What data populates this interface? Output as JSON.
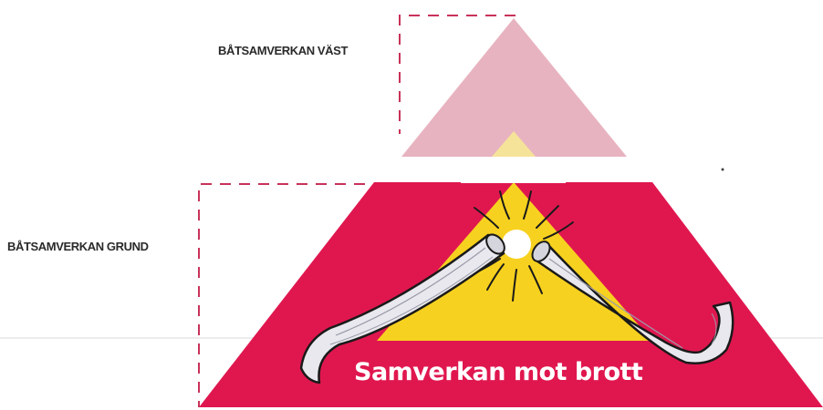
{
  "levels": {
    "top": {
      "label": "BÅTSAMVERKAN VÄST"
    },
    "base": {
      "label": "BÅTSAMVERKAN GRUND"
    }
  },
  "slogan": "Samverkan mot brott",
  "colors": {
    "top_triangle": "#e8b3c0",
    "base_band": "#e0174f",
    "inner_triangle": "#f7d11f",
    "inner_triangle_light": "#f5e39a",
    "dashed_bracket": "#c8325a",
    "crowbar": "#e8e8ee",
    "crowbar_outline": "#1a1a1a",
    "slogan_text": "#ffffff"
  },
  "icons": [
    "broken-crowbar-icon",
    "spark-burst-icon"
  ]
}
